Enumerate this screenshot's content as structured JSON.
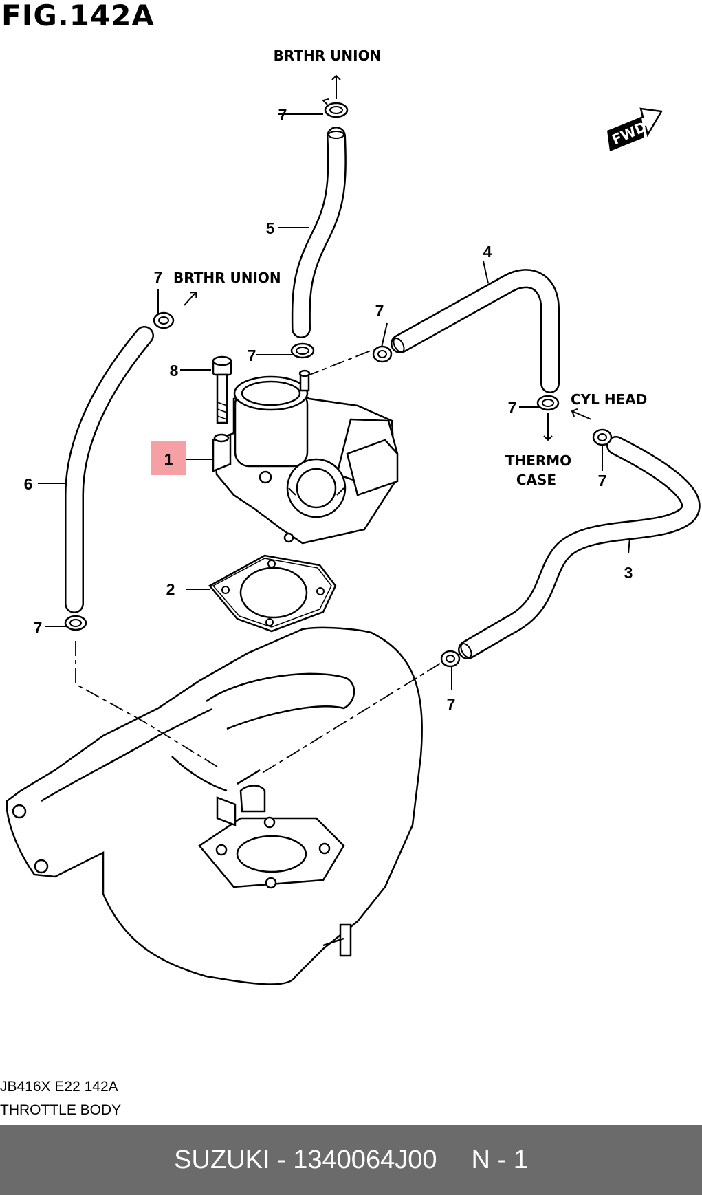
{
  "figure": {
    "title": "FIG.142A",
    "code": "JB416X E22 142A",
    "name": "THROTTLE BODY"
  },
  "callouts": {
    "c1": "1",
    "c2": "2",
    "c3": "3",
    "c4": "4",
    "c5": "5",
    "c6": "6",
    "c7a": "7",
    "c7b": "7",
    "c7c": "7",
    "c7d": "7",
    "c7e": "7",
    "c7f": "7",
    "c7g": "7",
    "c8": "8"
  },
  "annotations": {
    "brthr_union_top": "BRTHR UNION",
    "brthr_union_left": "BRTHR UNION",
    "cyl_head": "CYL HEAD",
    "thermo": "THERMO",
    "case": "CASE",
    "fwd": "FWD"
  },
  "colors": {
    "highlight": "#f4a0a5",
    "footer_bg": "#6b6b6b",
    "footer_text": "#ffffff"
  },
  "footer": {
    "part_label": "SUZUKI - 1340064J00",
    "page": "N - 1"
  }
}
